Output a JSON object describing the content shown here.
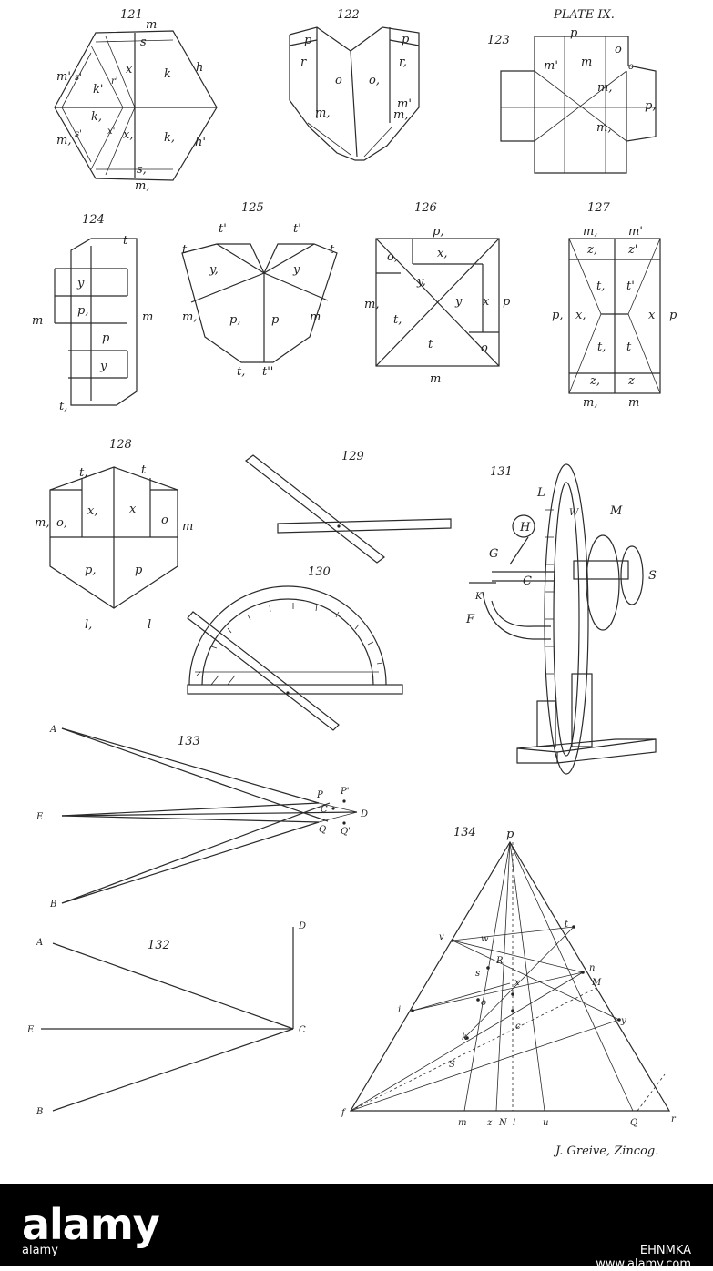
{
  "plate": {
    "title": "PLATE IX.",
    "engraver": "J. Greive, Zincog."
  },
  "figures": {
    "f121": {
      "num": "121",
      "labels": [
        "m",
        "s",
        "h",
        "k",
        "x",
        "m'",
        "s'",
        "k'",
        "r'",
        "k,",
        "x'",
        "x,",
        "k,",
        "h'",
        "m,",
        "s,",
        "s,",
        "m,"
      ]
    },
    "f122": {
      "num": "122",
      "labels": [
        "p",
        "p",
        "r",
        "r,",
        "o",
        "o,",
        "m'",
        "m,",
        "m,"
      ]
    },
    "f123": {
      "num": "123",
      "labels": [
        "p",
        "o",
        "m'",
        "m",
        "o",
        "m,",
        "p,",
        "m,"
      ]
    },
    "f124": {
      "num": "124",
      "labels": [
        "t",
        "y",
        "p,",
        "m",
        "m",
        "p",
        "y",
        "t,"
      ]
    },
    "f125": {
      "num": "125",
      "labels": [
        "t'",
        "t'",
        "t",
        "t",
        "y,",
        "y",
        "m,",
        "m",
        "p,",
        "p",
        "t,",
        "t''"
      ]
    },
    "f126": {
      "num": "126",
      "labels": [
        "p,",
        "o,",
        "x,",
        "y,",
        "m,",
        "y",
        "x",
        "p",
        "t,",
        "t",
        "o",
        "m"
      ]
    },
    "f127": {
      "num": "127",
      "labels": [
        "m,",
        "m'",
        "z,",
        "z'",
        "t,",
        "t'",
        "p,",
        "x,",
        "x",
        "p",
        "t,",
        "t",
        "z,",
        "z",
        "m,",
        "m"
      ]
    },
    "f128": {
      "num": "128",
      "labels": [
        "t,",
        "t",
        "m,",
        "o,",
        "x,",
        "x",
        "o",
        "m",
        "p,",
        "p",
        "l,",
        "l"
      ]
    },
    "f129": {
      "num": "129"
    },
    "f130": {
      "num": "130"
    },
    "f131": {
      "num": "131",
      "labels": [
        "L",
        "W",
        "M",
        "H",
        "G",
        "C",
        "S",
        "K",
        "F"
      ]
    },
    "f133": {
      "num": "133",
      "labels": [
        "A",
        "P",
        "P'",
        "E",
        "C",
        "D",
        "Q",
        "Q'",
        "B"
      ]
    },
    "f132": {
      "num": "132",
      "labels": [
        "A",
        "D",
        "E",
        "C",
        "B"
      ]
    },
    "f134": {
      "num": "134",
      "labels": [
        "p",
        "v",
        "w",
        "t",
        "R",
        "s",
        "n",
        "M",
        "x",
        "i",
        "o",
        "y",
        "k",
        "c",
        "S",
        "f",
        "m",
        "z",
        "N",
        "l",
        "u",
        "Q",
        "r"
      ]
    }
  },
  "footer": {
    "brand": "alamy",
    "brand_small": "alamy",
    "stock_id": "EHNMKA",
    "url": "www.alamy.com"
  }
}
